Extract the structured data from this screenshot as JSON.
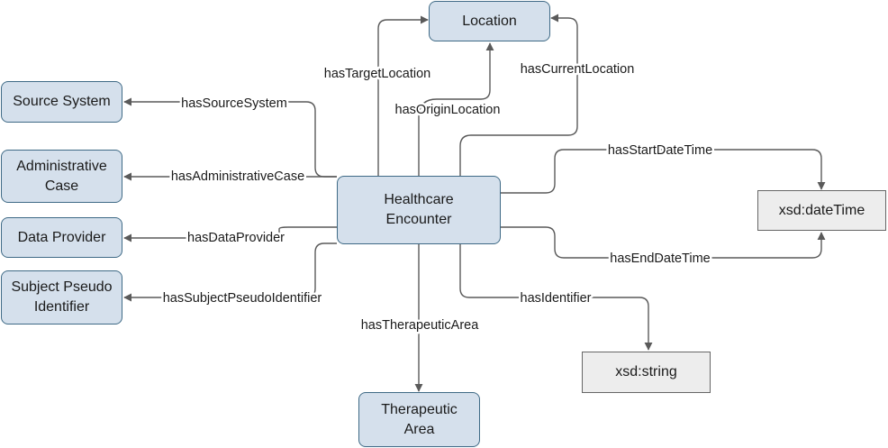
{
  "nodes": {
    "location": "Location",
    "source_system": "Source System",
    "administrative_case": [
      "Administrative",
      "Case"
    ],
    "data_provider": "Data Provider",
    "subject_pseudo_identifier": [
      "Subject Pseudo",
      "Identifier"
    ],
    "healthcare_encounter": [
      "Healthcare",
      "Encounter"
    ],
    "therapeutic_area": [
      "Therapeutic",
      "Area"
    ],
    "datetime": "xsd:dateTime",
    "string": "xsd:string"
  },
  "edges": {
    "has_target_location": "hasTargetLocation",
    "has_current_location": "hasCurrentLocation",
    "has_origin_location": "hasOriginLocation",
    "has_source_system": "hasSourceSystem",
    "has_administrative_case": "hasAdministrativeCase",
    "has_data_provider": "hasDataProvider",
    "has_subject_pseudo_identifier": "hasSubjectPseudoIdentifier",
    "has_start_date_time": "hasStartDateTime",
    "has_end_date_time": "hasEndDateTime",
    "has_identifier": "hasIdentifier",
    "has_therapeutic_area": "hasTherapeuticArea"
  },
  "colors": {
    "class_fill": "#d5e0ec",
    "class_border": "#3f6a86",
    "literal_fill": "#ededed",
    "literal_border": "#666666",
    "edge": "#5a5a5a"
  }
}
